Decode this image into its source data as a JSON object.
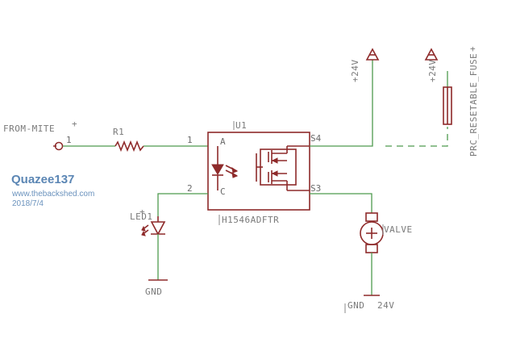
{
  "nets": {
    "from_mite": "FROM-MITE",
    "gnd_left": "GND",
    "gnd_right": "GND",
    "supply_24v_left": "+24V",
    "supply_24v_right": "+24V",
    "net_24v": "24V"
  },
  "components": {
    "resistor": {
      "ref": "R1"
    },
    "led": {
      "ref": "LED1"
    },
    "ssr": {
      "ref": "U1",
      "part": "H1546ADFTR",
      "pin_a": "A",
      "pin_c": "C",
      "pin_s4": "S4",
      "pin_s3": "S3"
    },
    "valve": {
      "ref": "VALVE"
    },
    "fuse": {
      "ref": "PRC_RESETABLE_FUSE"
    }
  },
  "pins": {
    "connector_pin": "1",
    "u1_pin1": "1",
    "u1_pin2": "2"
  },
  "watermark": {
    "name": "Quazee137",
    "site": "www.thebackshed.com",
    "date": "2018/7/4"
  },
  "colors": {
    "wire": "#4e9a4e",
    "part": "#8e2a2a",
    "label": "#7a7a7a",
    "watermark": "#5b86b4"
  }
}
